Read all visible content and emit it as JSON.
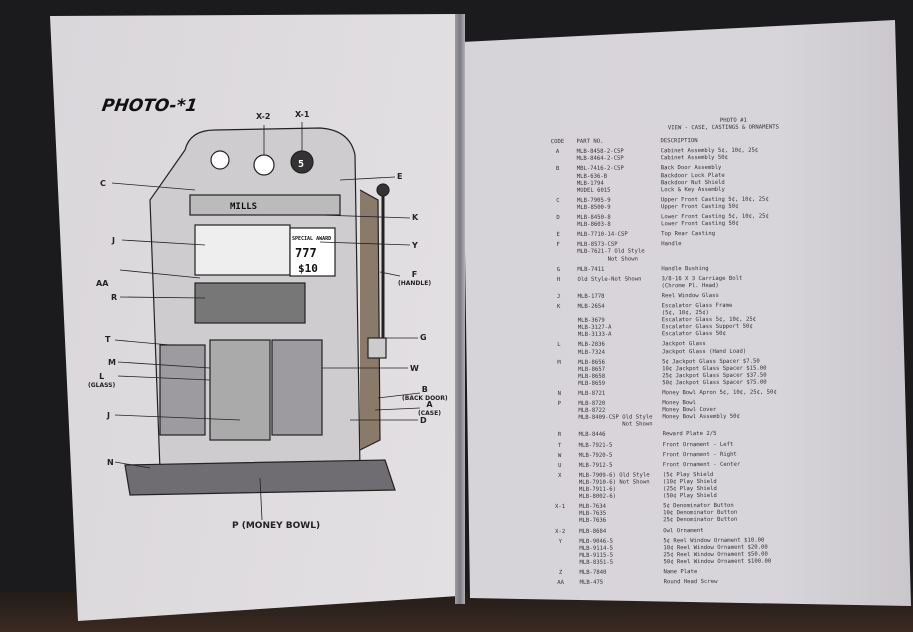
{
  "left_page": {
    "title": "PHOTO-*1",
    "machine_text": {
      "brand": "MILLS",
      "award": "SPECIAL AWARD",
      "sevens": "777",
      "amount": "$10",
      "coin": "5"
    },
    "labels": [
      {
        "id": "x2",
        "text": "X-2",
        "sub": ""
      },
      {
        "id": "x1",
        "text": "X-1",
        "sub": ""
      },
      {
        "id": "c",
        "text": "C",
        "sub": ""
      },
      {
        "id": "e",
        "text": "E",
        "sub": ""
      },
      {
        "id": "k",
        "text": "K",
        "sub": ""
      },
      {
        "id": "j1",
        "text": "J",
        "sub": ""
      },
      {
        "id": "y",
        "text": "Y",
        "sub": ""
      },
      {
        "id": "aa",
        "text": "AA",
        "sub": ""
      },
      {
        "id": "f",
        "text": "F",
        "sub": "(HANDLE)"
      },
      {
        "id": "r",
        "text": "R",
        "sub": ""
      },
      {
        "id": "t",
        "text": "T",
        "sub": ""
      },
      {
        "id": "g",
        "text": "G",
        "sub": ""
      },
      {
        "id": "m",
        "text": "M",
        "sub": ""
      },
      {
        "id": "w",
        "text": "W",
        "sub": ""
      },
      {
        "id": "l",
        "text": "L",
        "sub": "(GLASS)"
      },
      {
        "id": "b",
        "text": "B",
        "sub": "(BACK DOOR)"
      },
      {
        "id": "a",
        "text": "A",
        "sub": "(CASE)"
      },
      {
        "id": "j2",
        "text": "J",
        "sub": ""
      },
      {
        "id": "d",
        "text": "D",
        "sub": ""
      },
      {
        "id": "n",
        "text": "N",
        "sub": ""
      },
      {
        "id": "p",
        "text": "P (MONEY BOWL)",
        "sub": ""
      }
    ]
  },
  "right_page": {
    "heading": "PHOTO #1",
    "subheading": "VIEW - CASE, CASTINGS & ORNAMENTS",
    "columns": {
      "code": "CODE",
      "part": "PART NO.",
      "description": "DESCRIPTION"
    },
    "rows": [
      {
        "code": "A",
        "part": "MLB-8458-2-CSP\nMLB-8464-2-CSP",
        "desc": "Cabinet Assembly 5¢, 10¢, 25¢\nCabinet Assembly 50¢"
      },
      {
        "code": "B",
        "part": "MBL-7416-2-CSP\nMLB-636-B\nMLB-1794\nMODEL 6015",
        "desc": "Back Door Assembly\nBackdoor Lock Plate\nBackdoor Nut Shield\nLock & Key Assembly"
      },
      {
        "code": "C",
        "part": "MLB-7905-9\nMLB-8500-9",
        "desc": "Upper Front Casting 5¢, 10¢, 25¢\nUpper Front Casting 50¢"
      },
      {
        "code": "D",
        "part": "MLB-8450-8\nMLB-8603-8",
        "desc": "Lower Front Casting 5¢, 10¢, 25¢\nLower Front Casting 50¢"
      },
      {
        "code": "E",
        "part": "MLB-7710-14-CSP",
        "desc": "Top Rear Casting"
      },
      {
        "code": "F",
        "part": "MLB-8573-CSP\nMLB-7621-7 Old Style\n         Not Shown",
        "desc": "Handle"
      },
      {
        "code": "G",
        "part": "MLB-7411",
        "desc": "Handle Bushing"
      },
      {
        "code": "H",
        "part": "Old Style-Not Shown",
        "desc": "3/8-16 X 3 Carriage Bolt\n(Chrome Pl. Head)"
      },
      {
        "code": "J",
        "part": "MLB-1778",
        "desc": "Reel Window Glass"
      },
      {
        "code": "K",
        "part": "MLB-2654\n\nMLB-3679\nMLB-3127-A\nMLB-3133-A",
        "desc": "Escalator Glass Frame\n(5¢, 10¢, 25¢)\nEscalator Glass 5¢, 10¢, 25¢\nEscalator Glass Support 50¢\nEscalator Glass 50¢"
      },
      {
        "code": "L",
        "part": "MLB-2836\nMLB-7324",
        "desc": "Jackpot Glass\nJackpot Glass (Hand Load)"
      },
      {
        "code": "M",
        "part": "MLB-8656\nMLB-8657\nMLB-8658\nMLB-8659",
        "desc": "5¢ Jackpot Glass Spacer $7.50\n10¢ Jackpot Glass Spacer $15.00\n25¢ Jackpot Glass Spacer $37.50\n50¢ Jackpot Glass Spacer $75.00"
      },
      {
        "code": "N",
        "part": "MLB-8721",
        "desc": "Money Bowl Apron 5¢, 10¢, 25¢, 50¢"
      },
      {
        "code": "P",
        "part": "MLB-8720\nMLB-8722\nMLB-8409-CSP Old Style\n             Not Shown",
        "desc": "Money Bowl\nMoney Bowl Cover\nMoney Bowl Assembly 50¢"
      },
      {
        "code": "R",
        "part": "MLB-8446",
        "desc": "Reward Plate 2/5"
      },
      {
        "code": "T",
        "part": "MLB-7921-5",
        "desc": "Front Ornament - Left"
      },
      {
        "code": "W",
        "part": "MLB-7920-5",
        "desc": "Front Ornament - Right"
      },
      {
        "code": "U",
        "part": "MLB-7912-5",
        "desc": "Front Ornament - Center"
      },
      {
        "code": "X",
        "part": "MLB-7909-6) Old Style\nMLB-7910-6) Not Shown\nMLB-7911-6)\nMLB-8002-6)",
        "desc": "(5¢ Play Shield\n(10¢ Play Shield\n(25¢ Play Shield\n(50¢ Play Shield"
      },
      {
        "code": "X-1",
        "part": "MLB-7634\nMLB-7635\nMLB-7636",
        "desc": "5¢ Denominator Button\n10¢ Denominator Button\n25¢ Denominator Button"
      },
      {
        "code": "X-2",
        "part": "MLB-8684",
        "desc": "Owl Ornament"
      },
      {
        "code": "Y",
        "part": "MLB-9046-5\nMLB-9114-5\nMLB-9115-5\nMLB-8351-5",
        "desc": "5¢ Reel Window Ornament $10.00\n10¢ Reel Window Ornament $20.00\n25¢ Reel Window Ornament $50.00\n50¢ Reel Window Ornament $100.00"
      },
      {
        "code": "Z",
        "part": "MLB-7840",
        "desc": "Name Plate"
      },
      {
        "code": "AA",
        "part": "MLB-475",
        "desc": "Round Head Screw"
      }
    ]
  }
}
